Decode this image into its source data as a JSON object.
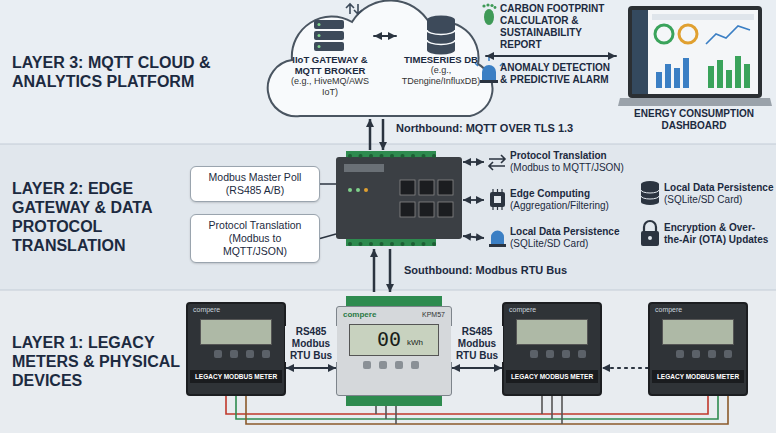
{
  "diagram": {
    "nodes": [
      {
        "text": [
          "LAYER 3: MQTT CLOUD & ANALYTICS PLATFORM"
        ]
      },
      {
        "text": [
          "IIoT GATEWAY & MQTT BROKER",
          "(e.g., HiveMQ/AWS IoT)"
        ],
        "in": 0
      },
      {
        "text": [
          "TIMESERIES DB",
          "(e.g., TDengine/InfluxDB)"
        ],
        "in": 0
      },
      {
        "text": [
          "ENERGY CONSUMPTION DASHBOARD"
        ],
        "in": 0
      },
      {
        "text": [
          "LAYER 2: EDGE GATEWAY & DATA PROTOCOL TRANSLATION"
        ]
      },
      {
        "text": [
          "Modbus Master Poll",
          "(RS485 A/B)"
        ],
        "in": 4
      },
      {
        "text": [
          "Protocol Translation",
          "(Modbus to MQTT/JSON)"
        ],
        "in": 4
      },
      {
        "text": [
          "LAYER 1: LEGACY METERS & PHYSICAL DEVICES"
        ]
      },
      {
        "text": [
          "compere",
          "LEGACY MODBUS METER"
        ],
        "in": 7
      },
      {
        "text": [
          "compere",
          "KPM57",
          "00",
          "kWh"
        ],
        "in": 7
      },
      {
        "text": [
          "compere",
          "LEGACY MODBUS METER"
        ],
        "in": 7
      },
      {
        "text": [
          "compere",
          "LEGACY MODBUS METER"
        ],
        "in": 7
      }
    ],
    "edges": [
      {
        "from": 1,
        "to": 2,
        "arrow": "both"
      },
      {
        "from": 2,
        "to": 3,
        "arrow": "both"
      },
      {
        "from": 8,
        "to": 9,
        "label": "RS485 Modbus RTU Bus",
        "arrow": "both"
      },
      {
        "from": 9,
        "to": 10,
        "label": "RS485 Modbus RTU Bus",
        "arrow": "both"
      },
      {
        "from": 11,
        "to": 10,
        "arrow": "to"
      }
    ],
    "labels": [
      "Northbound: MQTT OVER TLS 1.3",
      "CARBON FOOTPRINT CALCULATOR & SUSTAINABILITY REPORT",
      "ANOMALY DETECTION & PREDICTIVE ALARM",
      "Protocol Translation",
      "(Modbus to MQTT/JSON)",
      "Edge Computing",
      "(Aggregation/Filtering)",
      "Local Data Persistence",
      "(SQLite/SD Card)",
      "Local Data Persistence",
      "(SQLite/SD Card)",
      "Encryption & Over-the-Air (OTA) Updates",
      "Southbound: Modbus RTU Bus"
    ]
  }
}
